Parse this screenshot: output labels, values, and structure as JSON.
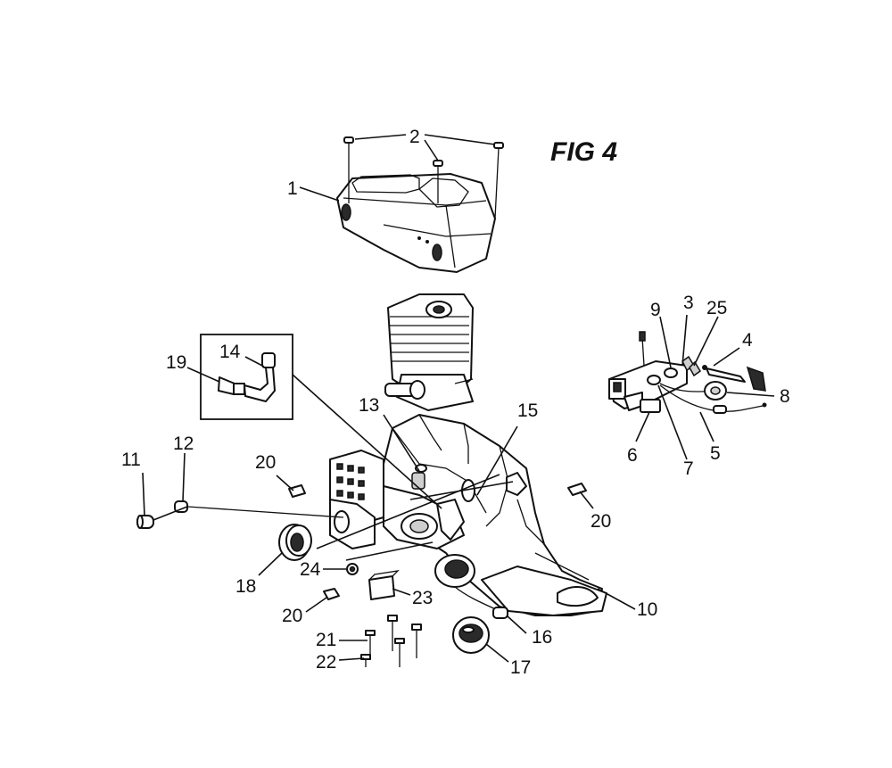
{
  "figure_title": "FIG 4",
  "callouts": [
    {
      "id": "c1",
      "label": "1"
    },
    {
      "id": "c2",
      "label": "2"
    },
    {
      "id": "c3",
      "label": "3"
    },
    {
      "id": "c4",
      "label": "4"
    },
    {
      "id": "c5",
      "label": "5"
    },
    {
      "id": "c6",
      "label": "6"
    },
    {
      "id": "c7",
      "label": "7"
    },
    {
      "id": "c8",
      "label": "8"
    },
    {
      "id": "c9",
      "label": "9"
    },
    {
      "id": "c10",
      "label": "10"
    },
    {
      "id": "c11",
      "label": "11"
    },
    {
      "id": "c12",
      "label": "12"
    },
    {
      "id": "c13",
      "label": "13"
    },
    {
      "id": "c14",
      "label": "14"
    },
    {
      "id": "c15",
      "label": "15"
    },
    {
      "id": "c16",
      "label": "16"
    },
    {
      "id": "c17",
      "label": "17"
    },
    {
      "id": "c18",
      "label": "18"
    },
    {
      "id": "c19",
      "label": "19"
    },
    {
      "id": "c20a",
      "label": "20"
    },
    {
      "id": "c20b",
      "label": "20"
    },
    {
      "id": "c20c",
      "label": "20"
    },
    {
      "id": "c21",
      "label": "21"
    },
    {
      "id": "c22",
      "label": "22"
    },
    {
      "id": "c23",
      "label": "23"
    },
    {
      "id": "c24",
      "label": "24"
    },
    {
      "id": "c25",
      "label": "25"
    }
  ]
}
